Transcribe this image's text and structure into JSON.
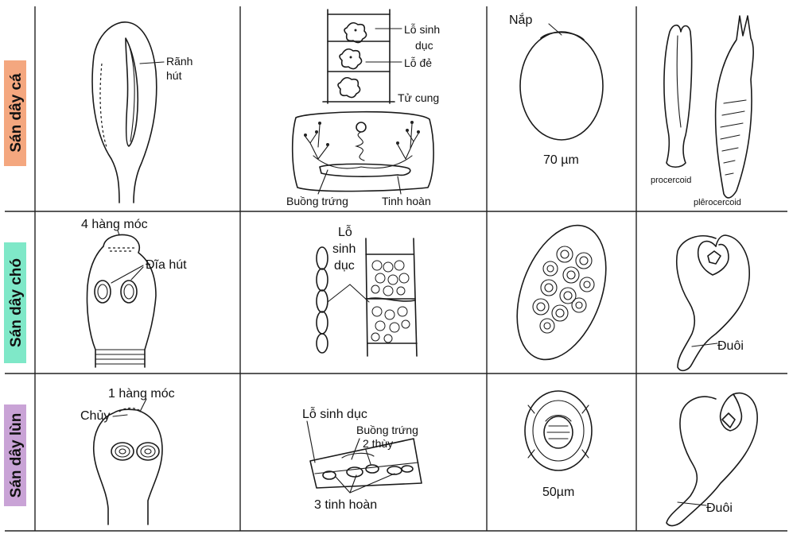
{
  "colors": {
    "row1_label_bg": "#F4A77F",
    "row2_label_bg": "#7FE8C8",
    "row3_label_bg": "#C9A3D6",
    "grid": "#222222",
    "ink": "#1a1a1a"
  },
  "rows": [
    {
      "label": "Sán dây cá",
      "head": {
        "labels": [
          "Rãnh",
          "hút"
        ]
      },
      "segment": {
        "labels": [
          "Lỗ sinh",
          "dục",
          "Lỗ đẻ",
          "Tử cung",
          "Buồng trứng",
          "Tinh hoàn"
        ]
      },
      "egg": {
        "labels": [
          "Nắp",
          "70 µm"
        ]
      },
      "larva": {
        "labels": [
          "procercoid",
          "plêrocercoid"
        ]
      }
    },
    {
      "label": "Sán dây chó",
      "head": {
        "labels": [
          "4 hàng móc",
          "Đĩa hút"
        ]
      },
      "segment": {
        "labels": [
          "Lỗ",
          "sinh",
          "dục"
        ]
      },
      "egg": {
        "labels": []
      },
      "larva": {
        "labels": [
          "Đuôi"
        ]
      }
    },
    {
      "label": "Sán dây lùn",
      "head": {
        "labels": [
          "1 hàng móc",
          "Chủy"
        ]
      },
      "segment": {
        "labels": [
          "Lỗ sinh dục",
          "Buồng trứng",
          "2 thùy",
          "3 tinh hoàn"
        ]
      },
      "egg": {
        "labels": [
          "50µm"
        ]
      },
      "larva": {
        "labels": [
          "Đuôi"
        ]
      }
    }
  ]
}
